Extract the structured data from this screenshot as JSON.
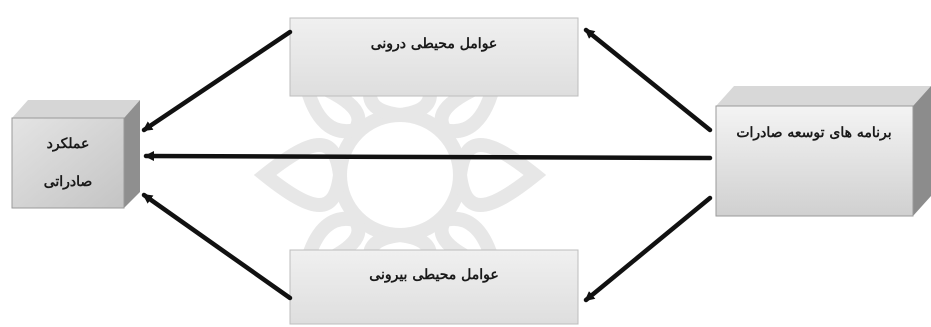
{
  "diagram": {
    "nodes": {
      "export_dev_programs": {
        "label": "برنامه های توسعه صادرات"
      },
      "internal_factors": {
        "label": "عوامل محیطی درونی"
      },
      "external_factors": {
        "label": "عوامل محیطی بیرونی"
      },
      "export_performance": {
        "label_line1": "عملکرد",
        "label_line2": "صادراتی"
      }
    },
    "edges": [
      {
        "from": "export_dev_programs",
        "to": "internal_factors"
      },
      {
        "from": "export_dev_programs",
        "to": "external_factors"
      },
      {
        "from": "export_dev_programs",
        "to": "export_performance"
      },
      {
        "from": "internal_factors",
        "to": "export_performance"
      },
      {
        "from": "external_factors",
        "to": "export_performance"
      }
    ],
    "colors": {
      "arrow": "#111111",
      "box_face_light": "#f2f2f2",
      "box_face_dark": "#c9c9c9",
      "box_side": "#8e8e8e",
      "box_top": "#d8d8d8",
      "watermark": "#d9d9d9"
    }
  }
}
